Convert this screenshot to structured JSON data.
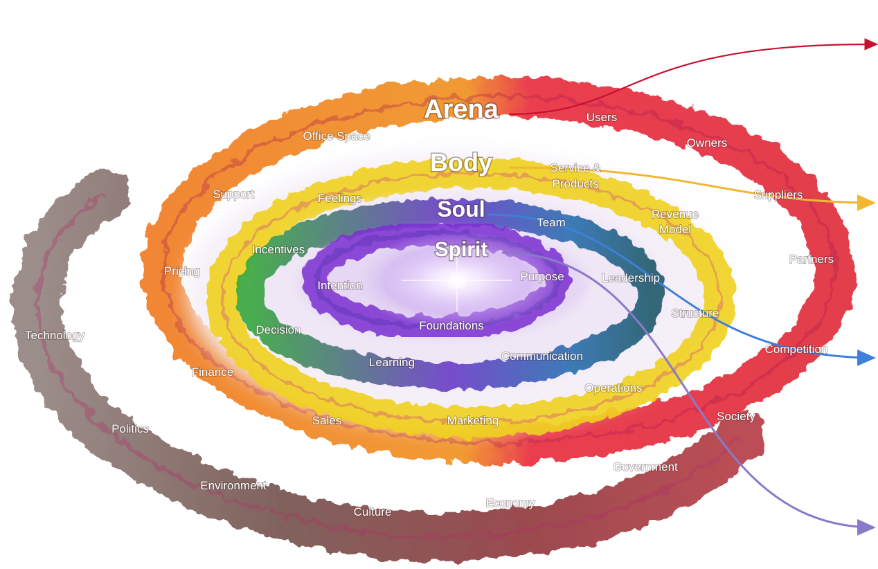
{
  "layers": [
    {
      "key": "arena",
      "title": "Arena",
      "color": "#e8283c",
      "arrow_color": "#c8102e"
    },
    {
      "key": "body",
      "title": "Body",
      "color": "#f0d21e",
      "arrow_color": "#f2b632"
    },
    {
      "key": "soul",
      "title": "Soul",
      "color": "#2f9a3a",
      "arrow_color": "#3f7fd9"
    },
    {
      "key": "spirit",
      "title": "Spirit",
      "color": "#7a2fd0",
      "arrow_color": "#8a7ac8"
    }
  ],
  "labels": {
    "office_space": "Office Space",
    "users": "Users",
    "owners": "Owners",
    "support": "Support",
    "service_products_1": "Service &",
    "service_products_2": "Products",
    "suppliers": "Suppliers",
    "feelings": "Feelings",
    "team": "Team",
    "revenue_model_1": "Revenue",
    "revenue_model_2": "Model",
    "incentives": "Incentives",
    "partners": "Partners",
    "pricing": "Pricing",
    "intention": "Intention",
    "purpose": "Purpose",
    "leadership": "Leadership",
    "structure": "Structure",
    "technology": "Technology",
    "decision": "Decision",
    "foundations": "Foundations",
    "competition": "Competition",
    "communication": "Communication",
    "finance": "Finance",
    "learning": "Learning",
    "operations": "Operations",
    "politics": "Politics",
    "sales": "Sales",
    "marketing": "Marketing",
    "society": "Society",
    "government": "Government",
    "environment": "Environment",
    "economy": "Economy",
    "culture": "Culture"
  },
  "colors": {
    "outer_ring": "#7a5a52",
    "arena_ring_left": "#f07a1e",
    "arena_ring_right": "#e8283c",
    "body_ring": "#f0d21e",
    "soul_ring_green": "#2f9a3a",
    "soul_ring_blue": "#2a6fb0",
    "spirit_ring": "#7a2fd0",
    "core_glow": "#ffffff"
  }
}
